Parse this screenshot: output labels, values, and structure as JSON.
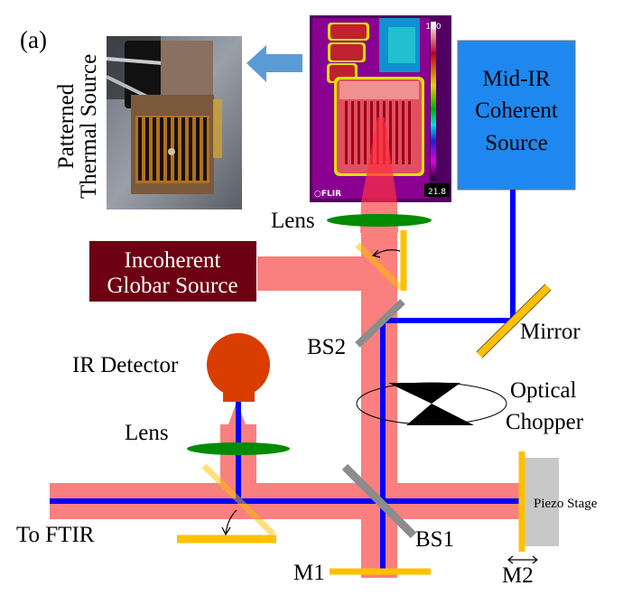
{
  "panel_label": "(a)",
  "labels": {
    "patterned_line1": "Patterned",
    "patterned_line2": "Thermal Source",
    "midir_line1": "Mid-IR",
    "midir_line2": "Coherent",
    "midir_line3": "Source",
    "globar_line1": "Incoherent",
    "globar_line2": "Globar Source",
    "lens_top": "Lens",
    "lens_bottom": "Lens",
    "bs2": "BS2",
    "bs1": "BS1",
    "mirror": "Mirror",
    "chopper_line1": "Optical",
    "chopper_line2": "Chopper",
    "ir_detector": "IR Detector",
    "to_ftir": "To FTIR",
    "piezo": "Piezo Stage",
    "m1": "M1",
    "m2": "M2"
  },
  "thermal_image": {
    "scale_max": "180",
    "scale_min": "21.8",
    "brand": "FLIR"
  },
  "colors": {
    "incoherent_beam": "#fa7f7f",
    "coherent_beam": "#0000ff",
    "midir_box": "#1e88f0",
    "globar_box": "#6d0012",
    "lens": "#008c00",
    "mirror": "#ffc000",
    "beamsplitter": "#8c8c8c",
    "detector": "#d93d00",
    "piezo": "#c8c8c8",
    "arrow": "#5b9bd5"
  }
}
